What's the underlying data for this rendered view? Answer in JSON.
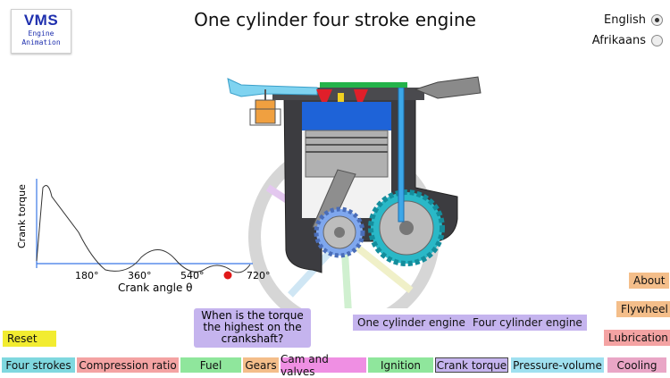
{
  "logo": {
    "name": "VMS",
    "line1": "Engine",
    "line2": "Animation"
  },
  "title": "One cylinder four stroke engine",
  "languages": [
    {
      "label": "English",
      "selected": true
    },
    {
      "label": "Afrikaans",
      "selected": false
    }
  ],
  "graph": {
    "ylabel": "Crank torque",
    "xlabel": "Crank angle θ",
    "ticks": [
      "180°",
      "360°",
      "540°",
      "720°"
    ]
  },
  "question": "When is the torque the highest on the crankshaft?",
  "engine_buttons": {
    "one": "One cylinder engine",
    "four": "Four cylinder engine"
  },
  "reset": "Reset",
  "side_buttons": {
    "about": "About",
    "flywheel": "Flywheel",
    "lubrication": "Lubrication"
  },
  "tabs": [
    {
      "label": "Four strokes",
      "color": "#7fd8df"
    },
    {
      "label": "Compression ratio",
      "color": "#f4a3a3"
    },
    {
      "label": "Fuel",
      "color": "#8fe69c"
    },
    {
      "label": "Gears",
      "color": "#f4be8a"
    },
    {
      "label": "Cam and valves",
      "color": "#ef8fe3"
    },
    {
      "label": "Ignition",
      "color": "#8fe69c"
    },
    {
      "label": "Crank torque",
      "color": "#c5b4ee"
    },
    {
      "label": "Pressure-volume",
      "color": "#9fe0f0"
    },
    {
      "label": "Cooling",
      "color": "#e9a6c6"
    }
  ],
  "colors": {
    "reset": "#f2ec30",
    "accent_purple": "#c5b4ee",
    "accent_orange": "#f4be8a",
    "accent_red": "#f4a3a3"
  }
}
